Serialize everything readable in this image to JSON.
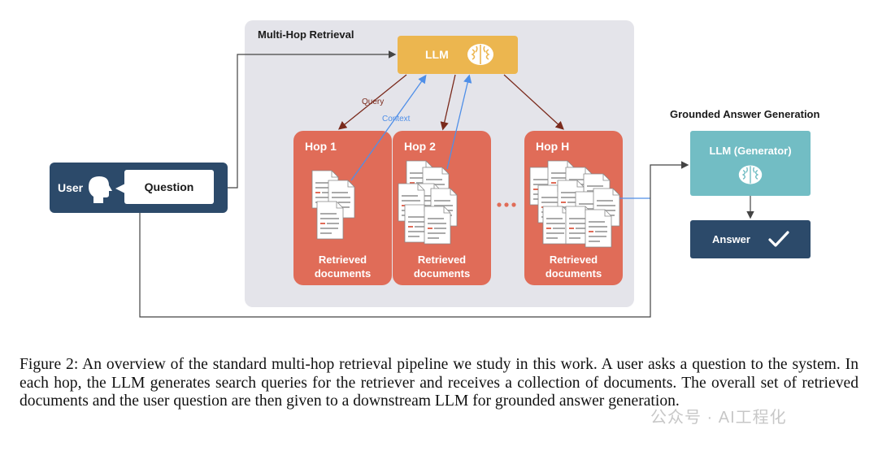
{
  "diagram": {
    "panel_title": "Multi-Hop Retrieval",
    "llm_label": "LLM",
    "query_label": "Query",
    "context_label": "Context",
    "hops": [
      {
        "label": "Hop 1",
        "retrieved": "Retrieved documents"
      },
      {
        "label": "Hop 2",
        "retrieved": "Retrieved documents"
      },
      {
        "label": "Hop H",
        "retrieved": "Retrieved documents"
      }
    ],
    "ellipsis": "...",
    "user_label": "User",
    "question_label": "Question",
    "grounded_title": "Grounded Answer Generation",
    "generator_label": "LLM (Generator)",
    "answer_label": "Answer",
    "colors": {
      "panel": "#e4e4ea",
      "llm": "#ecb64f",
      "hop": "#e06c58",
      "user": "#2c4a6a",
      "generator": "#72bdc4",
      "answer": "#2c4a6a",
      "query_arrow": "#7a2a1c",
      "context_arrow": "#4f8fe8"
    }
  },
  "caption": "Figure 2: An overview of the standard multi-hop retrieval pipeline we study in this work. A user asks a question to the system. In each hop, the LLM generates search queries for the retriever and receives a collection of documents. The overall set of retrieved documents and the user question are then given to a downstream LLM for grounded answer generation.",
  "watermark": "公众号 · AI工程化"
}
